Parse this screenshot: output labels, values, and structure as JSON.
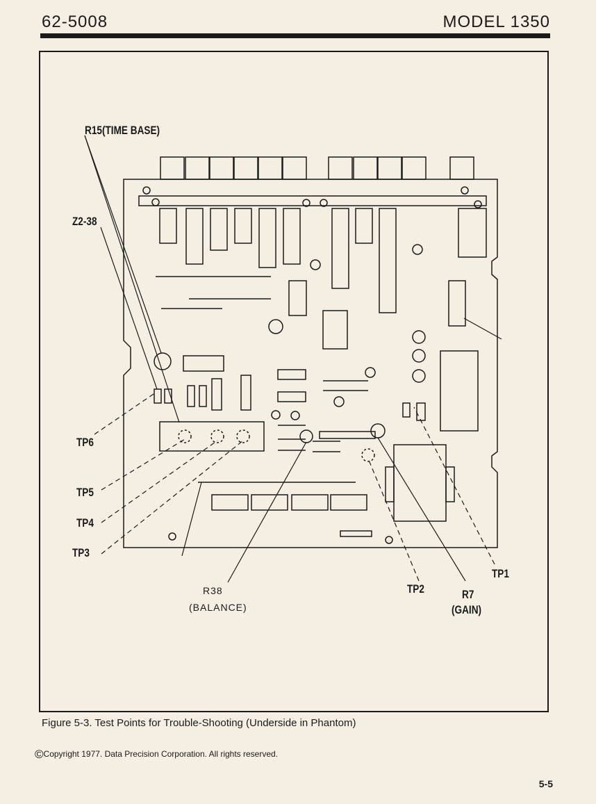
{
  "header": {
    "doc_number": "62-5008",
    "model": "MODEL 1350"
  },
  "callouts": {
    "r15": "R15(TIME BASE)",
    "z2_38": "Z2-38",
    "tp6": "TP6",
    "tp5": "TP5",
    "tp4": "TP4",
    "tp3": "TP3",
    "tp1": "TP1",
    "tp2": "TP2",
    "r38": "R38",
    "r38_desc": "(BALANCE)",
    "r7": "R7",
    "r7_desc": "(GAIN)"
  },
  "caption": "Figure 5-3.  Test Points for Trouble-Shooting (Underside in Phantom)",
  "copyright": "Copyright 1977. Data Precision Corporation. All rights reserved.",
  "copyright_symbol": "©",
  "page_number": "5-5",
  "colors": {
    "ink": "#1a1a1a",
    "paper": "#f4efe2"
  }
}
